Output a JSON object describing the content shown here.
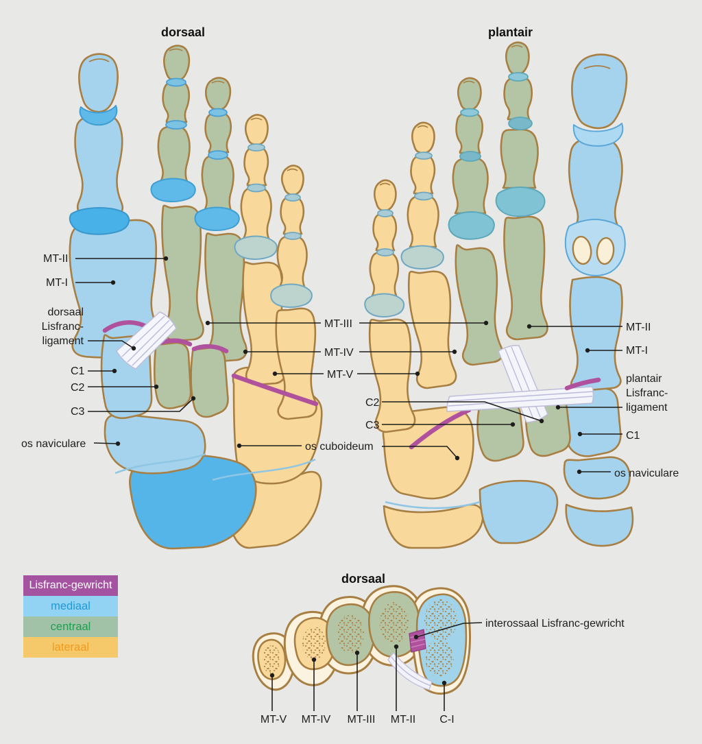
{
  "titles": {
    "top_left": "dorsaal",
    "top_right": "plantair",
    "bottom": "dorsaal"
  },
  "labels": {
    "left": {
      "mt2": "MT-II",
      "mt1": "MT-I",
      "ligament_line1": "dorsaal",
      "ligament_line2": "Lisfranc-",
      "ligament_line3": "ligament",
      "c1": "C1",
      "c2": "C2",
      "c3": "C3",
      "os_naviculare": "os naviculare"
    },
    "middle": {
      "mt3": "MT-III",
      "mt4": "MT-IV",
      "mt5": "MT-V",
      "c2": "C2",
      "c3": "C3",
      "os_cuboideum": "os cuboideum"
    },
    "right": {
      "mt2": "MT-II",
      "mt1": "MT-I",
      "ligament_line1": "plantair",
      "ligament_line2": "Lisfranc-",
      "ligament_line3": "ligament",
      "c1": "C1",
      "os_naviculare": "os naviculare"
    },
    "bottom": {
      "interosseous": "interossaal Lisfranc-gewricht",
      "mt5": "MT-V",
      "mt4": "MT-IV",
      "mt3": "MT-III",
      "mt2": "MT-II",
      "c1": "C-I"
    }
  },
  "legend": {
    "items": [
      {
        "label": "Lisfranc-gewricht",
        "bg": "#a3539f",
        "fg": "#ffffff"
      },
      {
        "label": "mediaal",
        "bg": "#92d3f3",
        "fg": "#2199d4"
      },
      {
        "label": "centraal",
        "bg": "#a2c2a8",
        "fg": "#1f9e50"
      },
      {
        "label": "lateraal",
        "bg": "#f5c869",
        "fg": "#ef9b22"
      }
    ]
  },
  "colors": {
    "background": "#e8e8e6",
    "bone_outline": "#a87f43",
    "medial_blue": "#a5d2ec",
    "deep_blue": "#55b5e8",
    "central_green": "#b4c5a5",
    "lateral_yellow": "#f8d89b",
    "cream": "#fbf3e0",
    "lisfranc_purple": "#b0519e",
    "ligament_white": "#f4f4fb"
  }
}
